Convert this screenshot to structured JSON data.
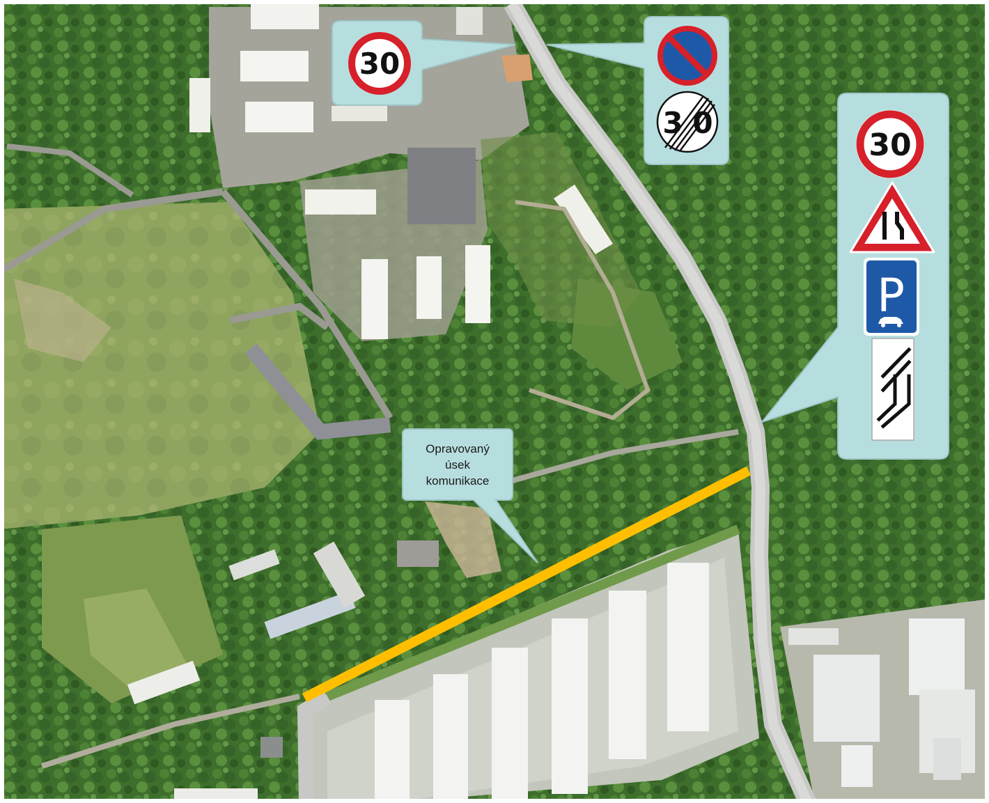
{
  "callout": {
    "lines": [
      "Opravovaný",
      "úsek",
      "komunikace"
    ]
  },
  "signs": {
    "speed_limit_value": "30",
    "end_speed_limit_value_left": "3",
    "end_speed_limit_value_right": "0",
    "parking_letter": "P"
  },
  "highlight_color": "#ffbf00",
  "callout_fill": "#b7dedf"
}
